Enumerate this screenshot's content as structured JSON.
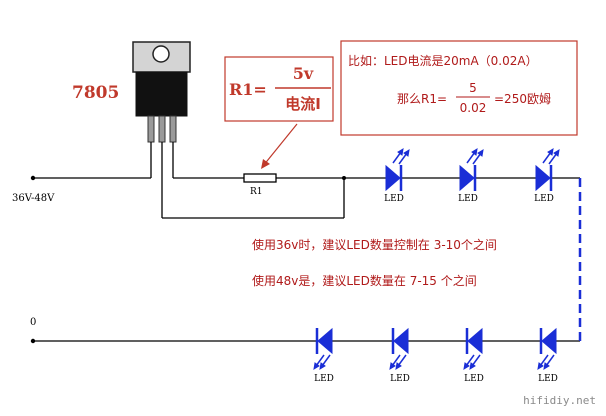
{
  "regulator": {
    "model": "7805"
  },
  "supply": {
    "input_label": "36V-48V",
    "ground_label": "0"
  },
  "resistor": {
    "label": "R1",
    "formula_lhs": "R1=",
    "formula_numerator": "5v",
    "formula_denominator": "电流I"
  },
  "example": {
    "line1": "比如：LED电流是20mA（0.02A）",
    "line2_prefix": "那么R1=",
    "fraction_numerator": "5",
    "fraction_denominator": "0.02",
    "line2_suffix": "=250欧姆"
  },
  "notes": {
    "note1": "使用36v时，建议LED数量控制在 3-10个之间",
    "note2": "使用48v是，建议LED数量在 7-15 个之间"
  },
  "led_label": "LED",
  "top_leds": [
    "LED",
    "LED",
    "LED"
  ],
  "bottom_leds": [
    "LED",
    "LED",
    "LED",
    "LED"
  ],
  "watermark": "hifidiy.net",
  "colors": {
    "wire": "#000000",
    "led": "#1a2ed6",
    "note_text": "#b01a1a",
    "box_border": "#c0392b",
    "title": "#c0392b"
  }
}
